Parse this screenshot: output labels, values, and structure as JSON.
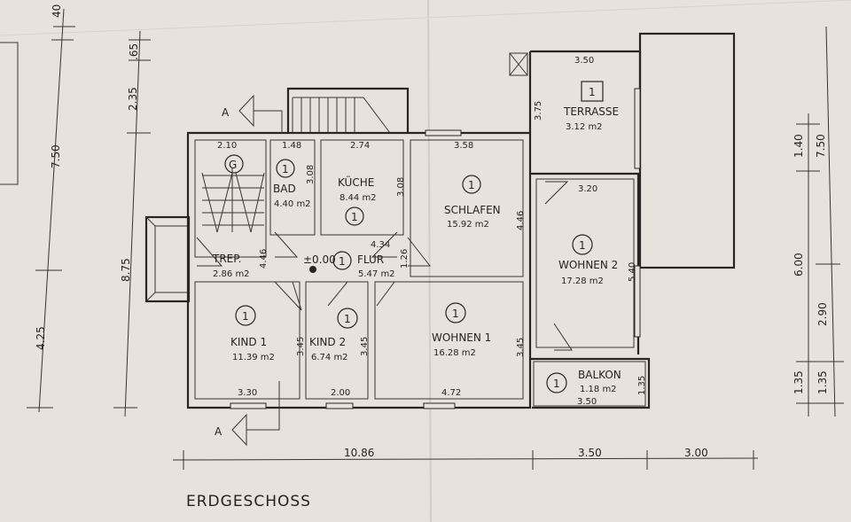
{
  "title": "ERDGESCHOSS",
  "section_marker": "A",
  "level": "±0.00",
  "stair_marker": "G",
  "rooms": {
    "bad": {
      "name": "BAD",
      "area": "4.40 m2",
      "marker": "1",
      "width": "1.48",
      "depth": "3.08"
    },
    "kueche": {
      "name": "KÜCHE",
      "area": "8.44 m2",
      "marker": "1",
      "width": "2.74",
      "depth": "3.08"
    },
    "schlafen": {
      "name": "SCHLAFEN",
      "area": "15.92 m2",
      "marker": "1",
      "width": "3.58",
      "depth": "4.46"
    },
    "trep": {
      "name": "TREP.",
      "area": "2.86 m2",
      "width": "2.10",
      "depth": "4.46"
    },
    "flur": {
      "name": "FLUR",
      "area": "5.47 m2",
      "marker": "1",
      "width": "4.34",
      "depth": "1.26"
    },
    "kind1": {
      "name": "KIND 1",
      "area": "11.39 m2",
      "marker": "1",
      "width": "3.30",
      "depth": "3.45"
    },
    "kind2": {
      "name": "KIND 2",
      "area": "6.74 m2",
      "marker": "1",
      "width": "2.00",
      "depth": "3.45"
    },
    "wohnen1": {
      "name": "WOHNEN 1",
      "area": "16.28 m2",
      "marker": "1",
      "width": "4.72",
      "depth": "3.45"
    },
    "terrasse": {
      "name": "TERRASSE",
      "area": "3.12 m2",
      "marker": "1",
      "width": "3.50",
      "depth": "3.75"
    },
    "wohnen2": {
      "name": "WOHNEN 2",
      "area": "17.28 m2",
      "marker": "1",
      "width": "3.20",
      "depth": "5.40"
    },
    "balkon": {
      "name": "BALKON",
      "area": "1.18 m2",
      "marker": "1",
      "width": "3.50",
      "depth": "1.35"
    }
  },
  "dimensions": {
    "left_outer": [
      "40",
      "7.50",
      "4.25"
    ],
    "left_inner": [
      ".65",
      "2.35",
      "8.75"
    ],
    "right_outer": [
      "1.40",
      "6.00",
      "1.35"
    ],
    "right_inner": [
      "7.50",
      "2.90",
      "1.35"
    ],
    "bottom": [
      "10.86",
      "3.50",
      "3.00"
    ]
  }
}
